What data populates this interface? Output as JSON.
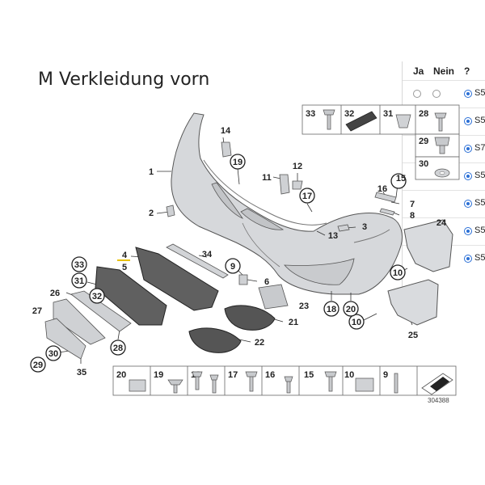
{
  "page": {
    "title": "M Verkleidung vorn"
  },
  "options": {
    "col_ja": "Ja",
    "col_nein": "Nein",
    "col_help": "?",
    "rows": [
      {
        "code": "S5",
        "ja": false,
        "nein": false,
        "selected": true
      },
      {
        "code": "S5",
        "ja": false,
        "nein": false,
        "selected": true
      },
      {
        "code": "S7",
        "ja": false,
        "nein": false,
        "selected": true
      },
      {
        "code": "S5",
        "ja": false,
        "nein": false,
        "selected": true
      },
      {
        "code": "S5",
        "ja": false,
        "nein": false,
        "selected": true
      },
      {
        "code": "S5",
        "ja": false,
        "nein": false,
        "selected": true
      },
      {
        "code": "S5",
        "ja": false,
        "nein": false,
        "selected": true
      }
    ]
  },
  "diagram": {
    "labels": {
      "p1": "1",
      "p2": "2",
      "p3": "3",
      "p4": "4",
      "p5": "5",
      "p6": "6",
      "p7": "7",
      "p8": "8",
      "p9": "9",
      "p10a": "10",
      "p10b": "10",
      "p11": "11",
      "p12": "12",
      "p13": "13",
      "p14": "14",
      "p15": "15",
      "p16": "16",
      "p17": "17",
      "p18": "18",
      "p19": "19",
      "p20": "20",
      "p21": "21",
      "p22": "22",
      "p23": "23",
      "p24": "24",
      "p25": "25",
      "p26": "26",
      "p27": "27",
      "p28": "28",
      "p29": "29",
      "p30": "30",
      "p31": "31",
      "p32": "32",
      "p33": "33",
      "p34": "34",
      "p35": "35"
    },
    "top_box": {
      "b33": "33",
      "b32": "32",
      "b31": "31",
      "b28": "28",
      "b29": "29",
      "b30": "30"
    },
    "bottom_box": {
      "b20": "20",
      "b19": "19",
      "b18": "18",
      "b17": "17",
      "b16": "16",
      "b15": "15",
      "b10": "10",
      "b9": "9"
    },
    "ref_number": "304388"
  }
}
